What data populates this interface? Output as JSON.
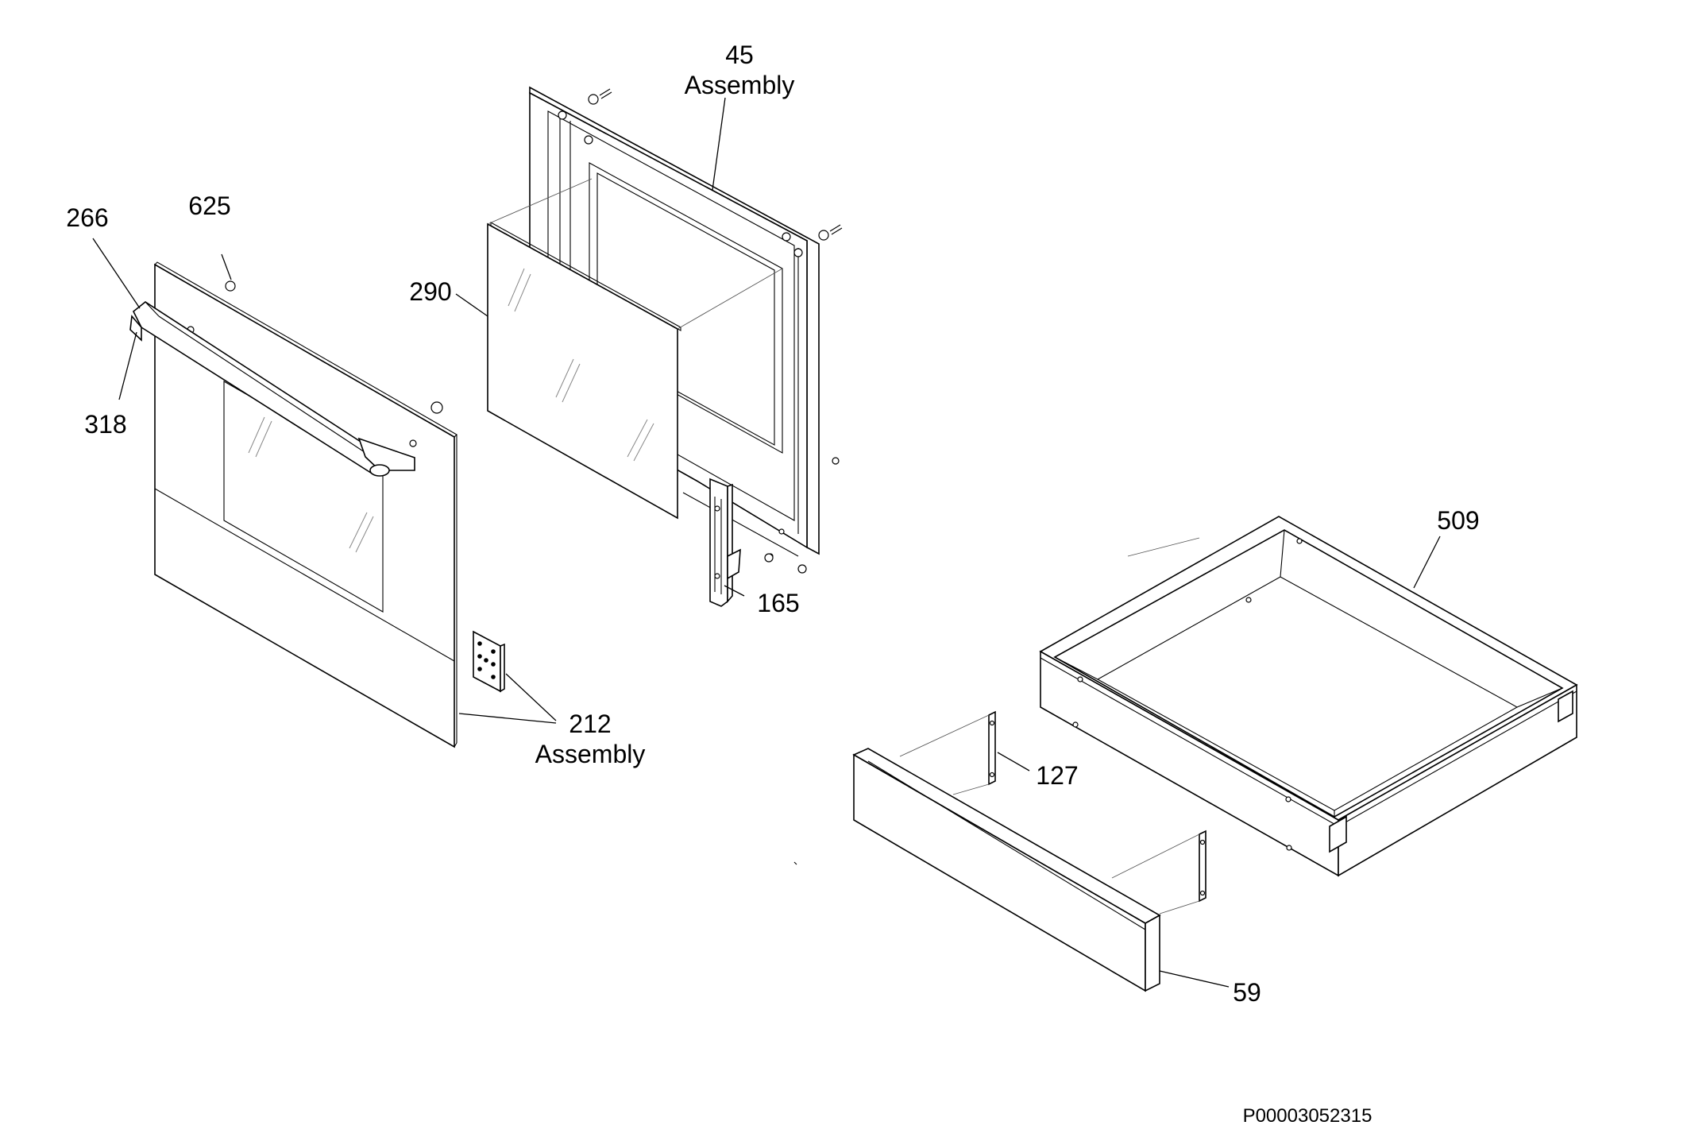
{
  "callouts": {
    "c45": {
      "num": "45",
      "sub": "Assembly"
    },
    "c625": {
      "num": "625"
    },
    "c266": {
      "num": "266"
    },
    "c290": {
      "num": "290"
    },
    "c318": {
      "num": "318"
    },
    "c165": {
      "num": "165"
    },
    "c212": {
      "num": "212",
      "sub": "Assembly"
    },
    "c509": {
      "num": "509"
    },
    "c127": {
      "num": "127"
    },
    "c59": {
      "num": "59"
    }
  },
  "document_code": "P00003052315"
}
